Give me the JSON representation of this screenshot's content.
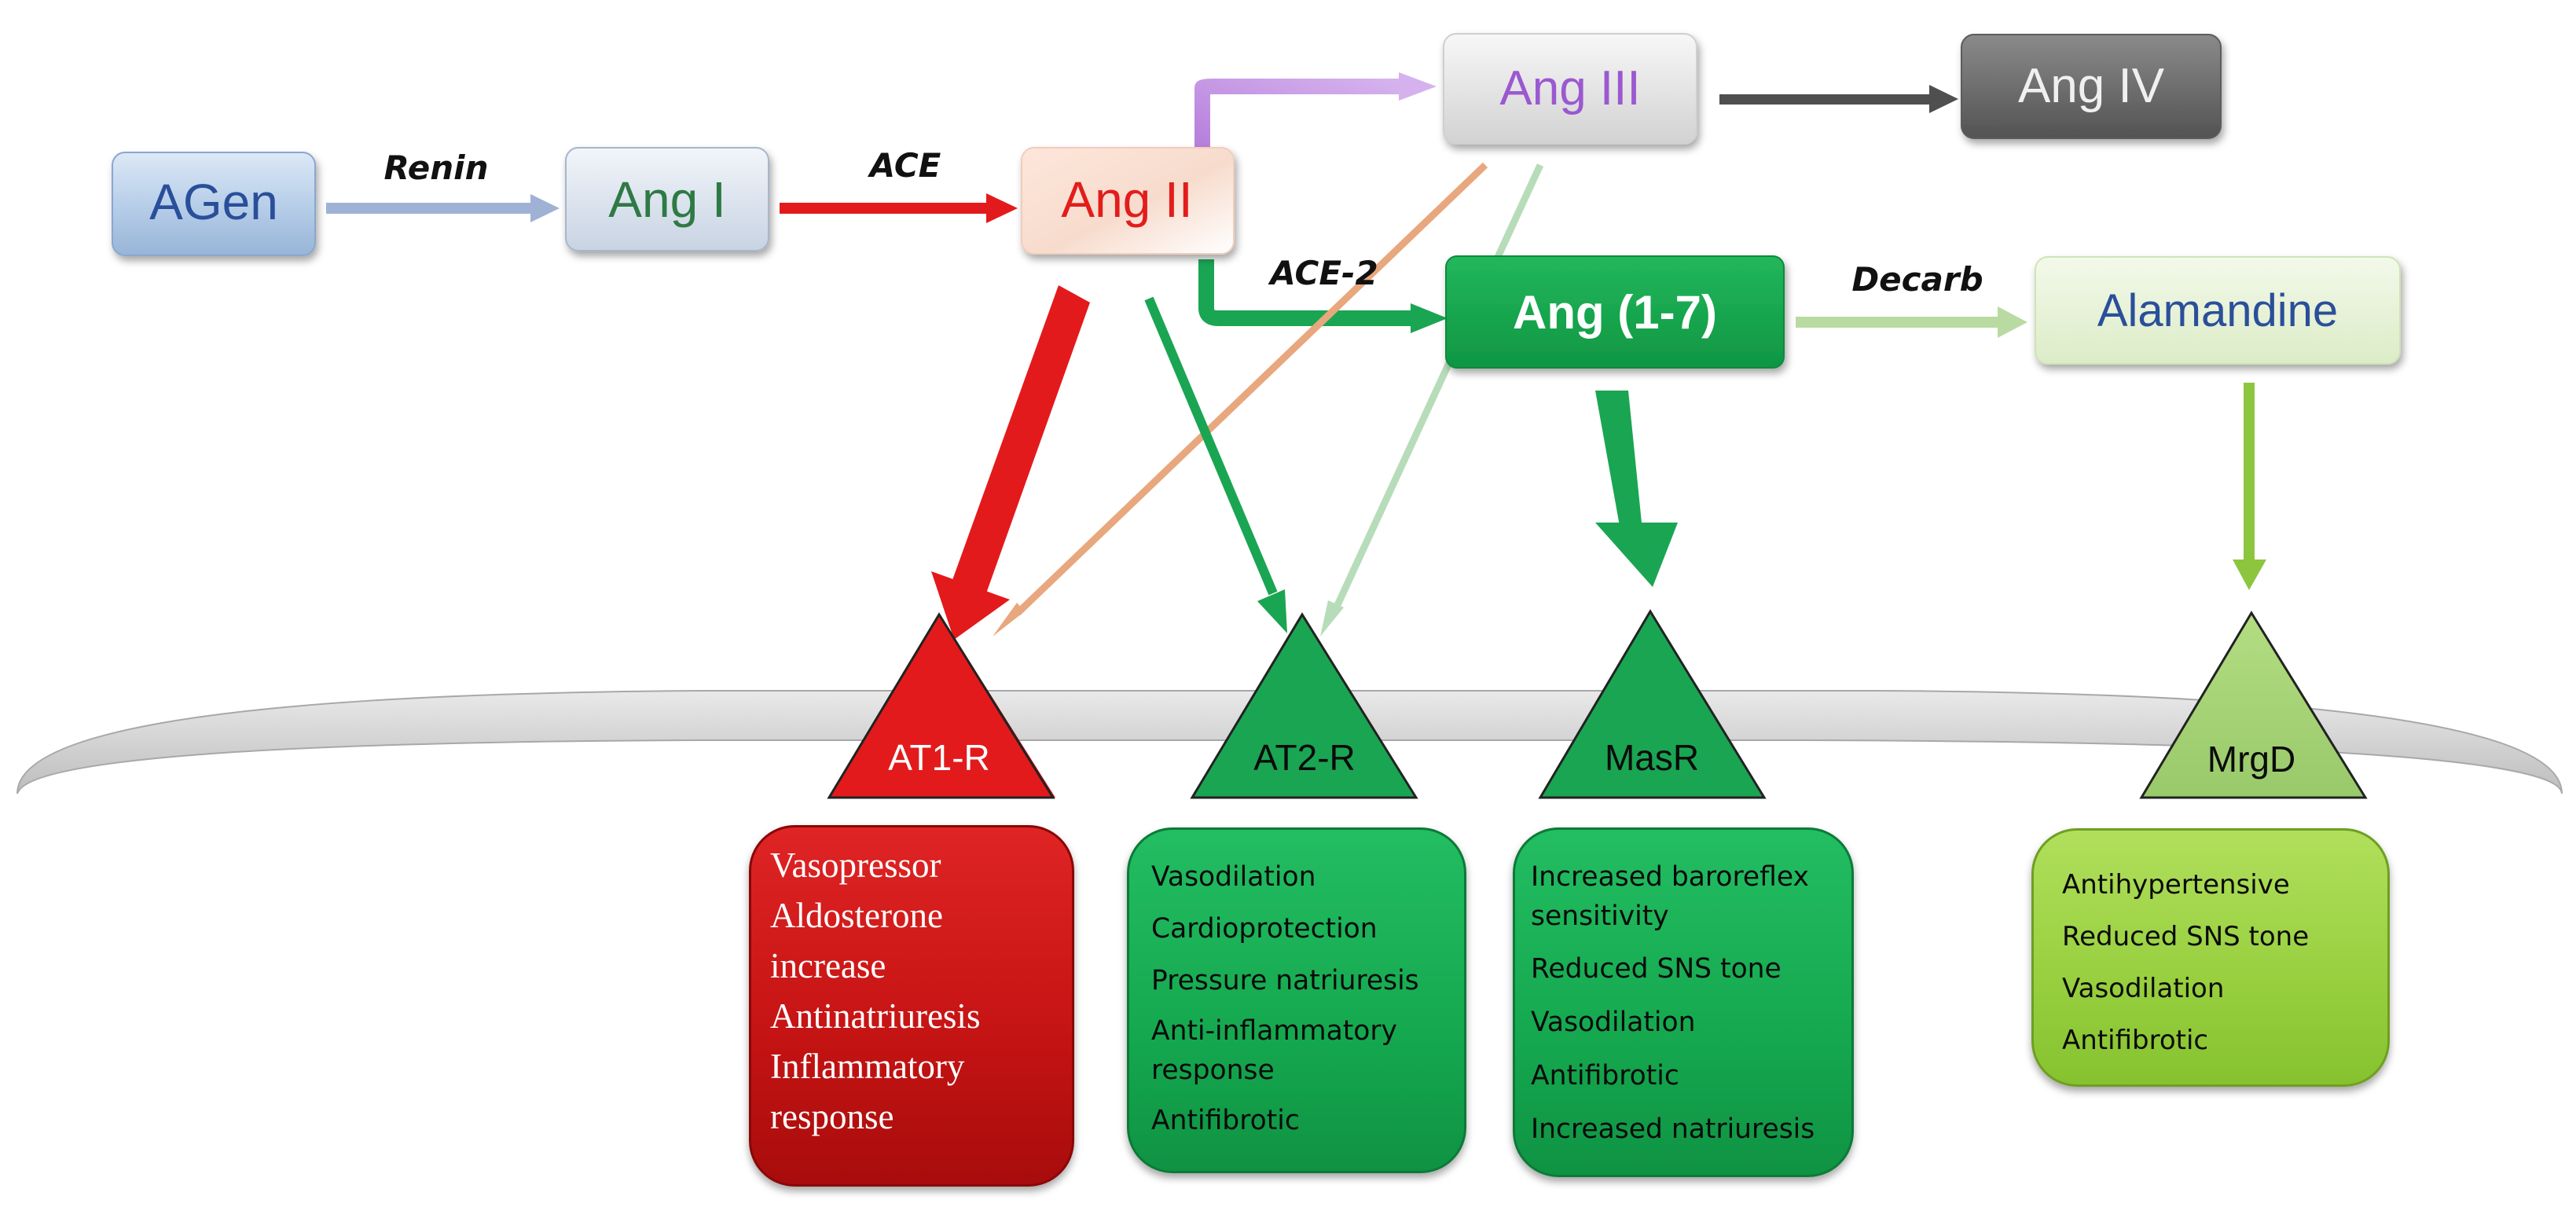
{
  "nodes": {
    "agen": "AGen",
    "ang1": "Ang I",
    "ang2": "Ang II",
    "ang3": "Ang III",
    "ang4": "Ang IV",
    "ang17": "Ang (1-7)",
    "alamandine": "Alamandine"
  },
  "enzymes": {
    "renin": "Renin",
    "ace": "ACE",
    "ace2": "ACE-2",
    "decarb": "Decarb"
  },
  "receptors": {
    "at1r": "AT1-R",
    "at2r": "AT2-R",
    "masr": "MasR",
    "mrgd": "MrgD"
  },
  "effects": {
    "at1r": [
      "Vasopressor",
      "Aldosterone increase",
      "Antinatriuresis",
      "Inflammatory response"
    ],
    "at2r": [
      "Vasodilation",
      "Cardioprotection",
      "Pressure natriuresis",
      "Anti-inflammatory response",
      "Antifibrotic"
    ],
    "masr": [
      "Increased baroreflex sensitivity",
      "Reduced SNS tone",
      "Vasodilation",
      "Antifibrotic",
      "Increased natriuresis"
    ],
    "mrgd": [
      "Antihypertensive",
      "Reduced SNS tone",
      "Vasodilation",
      "Antifibrotic"
    ]
  },
  "colors": {
    "at1r": "#e3191c",
    "green": "#1aa553",
    "light_green": "#9fd64e",
    "ang3_text": "#9b59d0",
    "blue_text": "#2b4f9a"
  }
}
